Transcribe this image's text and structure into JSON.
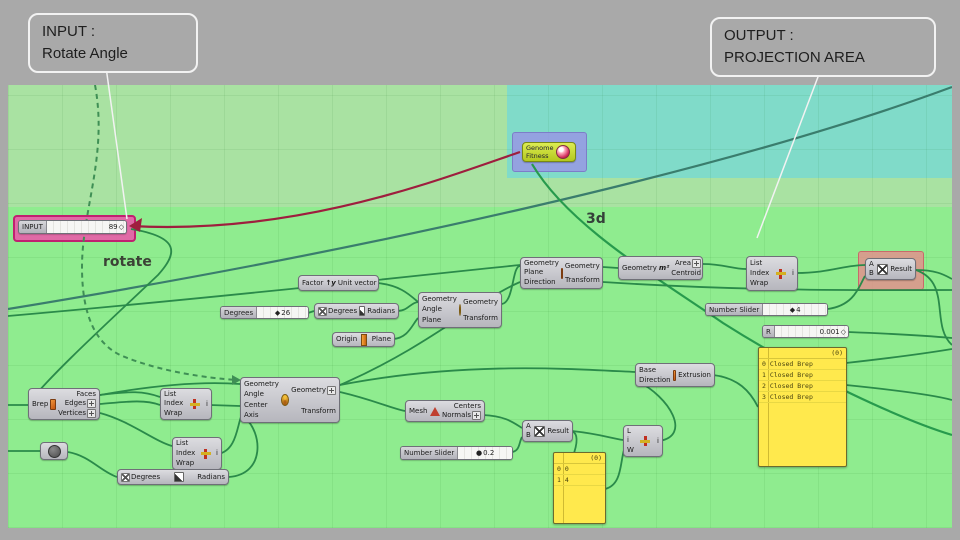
{
  "callouts": {
    "input": {
      "line1": "INPUT :",
      "line2": "Rotate Angle"
    },
    "output": {
      "line1": "OUTPUT :",
      "line2": "PROJECTION AREA"
    }
  },
  "canvas_labels": {
    "rotate": "rotate",
    "threed": "3d"
  },
  "colors": {
    "background_gray": "#a9a9a9",
    "canvas_green": "#8fec8f",
    "group_green": "#a9e2a2",
    "group_cyan": "#80dbc9",
    "wire_green": "#2a8a4a",
    "wire_red": "#9e1e3e",
    "selection_pink": "#e95ca8",
    "selection_red": "#e68c8c",
    "selection_purple": "#9898e4",
    "panel_yellow": "#ffe94d"
  },
  "nodes": {
    "genome": {
      "row1": "Genome",
      "row2": "Fitness"
    },
    "input_slider": {
      "label": "INPUT",
      "value": "89",
      "handle": "◇"
    },
    "unit_vector": {
      "input": "Factor",
      "icon_text": "↑y",
      "output": "Unit vector"
    },
    "degrees_slider": {
      "label": "Degrees",
      "handle": "◆",
      "value": "26"
    },
    "radians_top": {
      "input": "Degrees",
      "output": "Radians"
    },
    "rotate_plane": {
      "inputs": [
        "Geometry",
        "Angle",
        "Plane"
      ],
      "outputs": [
        "Geometry",
        "Transform"
      ]
    },
    "origin_plane": {
      "input": "Origin",
      "output": "Plane"
    },
    "orient": {
      "inputs": [
        "Geometry",
        "Plane",
        "Direction"
      ],
      "outputs": [
        "Geometry",
        "Transform"
      ]
    },
    "area": {
      "input": "Geometry",
      "icon_text": "m²",
      "outputs": [
        "Area",
        "Centroid"
      ]
    },
    "list_item_top": {
      "inputs": [
        "List",
        "Index",
        "Wrap"
      ],
      "output": "i"
    },
    "multiply_top": {
      "inputs": [
        "A",
        "B"
      ],
      "output": "Result"
    },
    "number_slider_4": {
      "label": "Number Slider",
      "handle": "◆",
      "value": "4"
    },
    "r_slider": {
      "label": "R",
      "value": "0.001",
      "handle": "◇"
    },
    "panel_big": {
      "header": "(0)",
      "rows": [
        "0 Closed Brep",
        "1 Closed Brep",
        "2 Closed Brep",
        "3 Closed Brep"
      ]
    },
    "deconstruct_brep": {
      "input": "Brep",
      "outputs": [
        "Faces",
        "Edges",
        "Vertices"
      ]
    },
    "list_item_a": {
      "inputs": [
        "List",
        "Index",
        "Wrap"
      ],
      "output": "i"
    },
    "list_item_b": {
      "inputs": [
        "List",
        "Index",
        "Wrap"
      ],
      "output": "i"
    },
    "radians_bottom": {
      "input": "Degrees",
      "output": "Radians"
    },
    "rotate_axis": {
      "inputs": [
        "Geometry",
        "Angle",
        "Center",
        "Axis"
      ],
      "outputs": [
        "Geometry",
        "Transform"
      ]
    },
    "face_normals": {
      "input": "Mesh",
      "outputs": [
        "Centers",
        "Normals"
      ]
    },
    "multiply_mid": {
      "inputs": [
        "A",
        "B"
      ],
      "output": "Result"
    },
    "number_slider_02": {
      "label": "Number Slider",
      "handle": "●",
      "value": "0.2"
    },
    "panel_small": {
      "header": "(0)",
      "rows": [
        "0 0",
        "1 4"
      ]
    },
    "extrude": {
      "inputs": [
        "Base",
        "Direction"
      ],
      "output": "Extrusion"
    },
    "list_item_c": {
      "inputs": [
        "L",
        "i",
        "W"
      ],
      "output": "i"
    }
  }
}
